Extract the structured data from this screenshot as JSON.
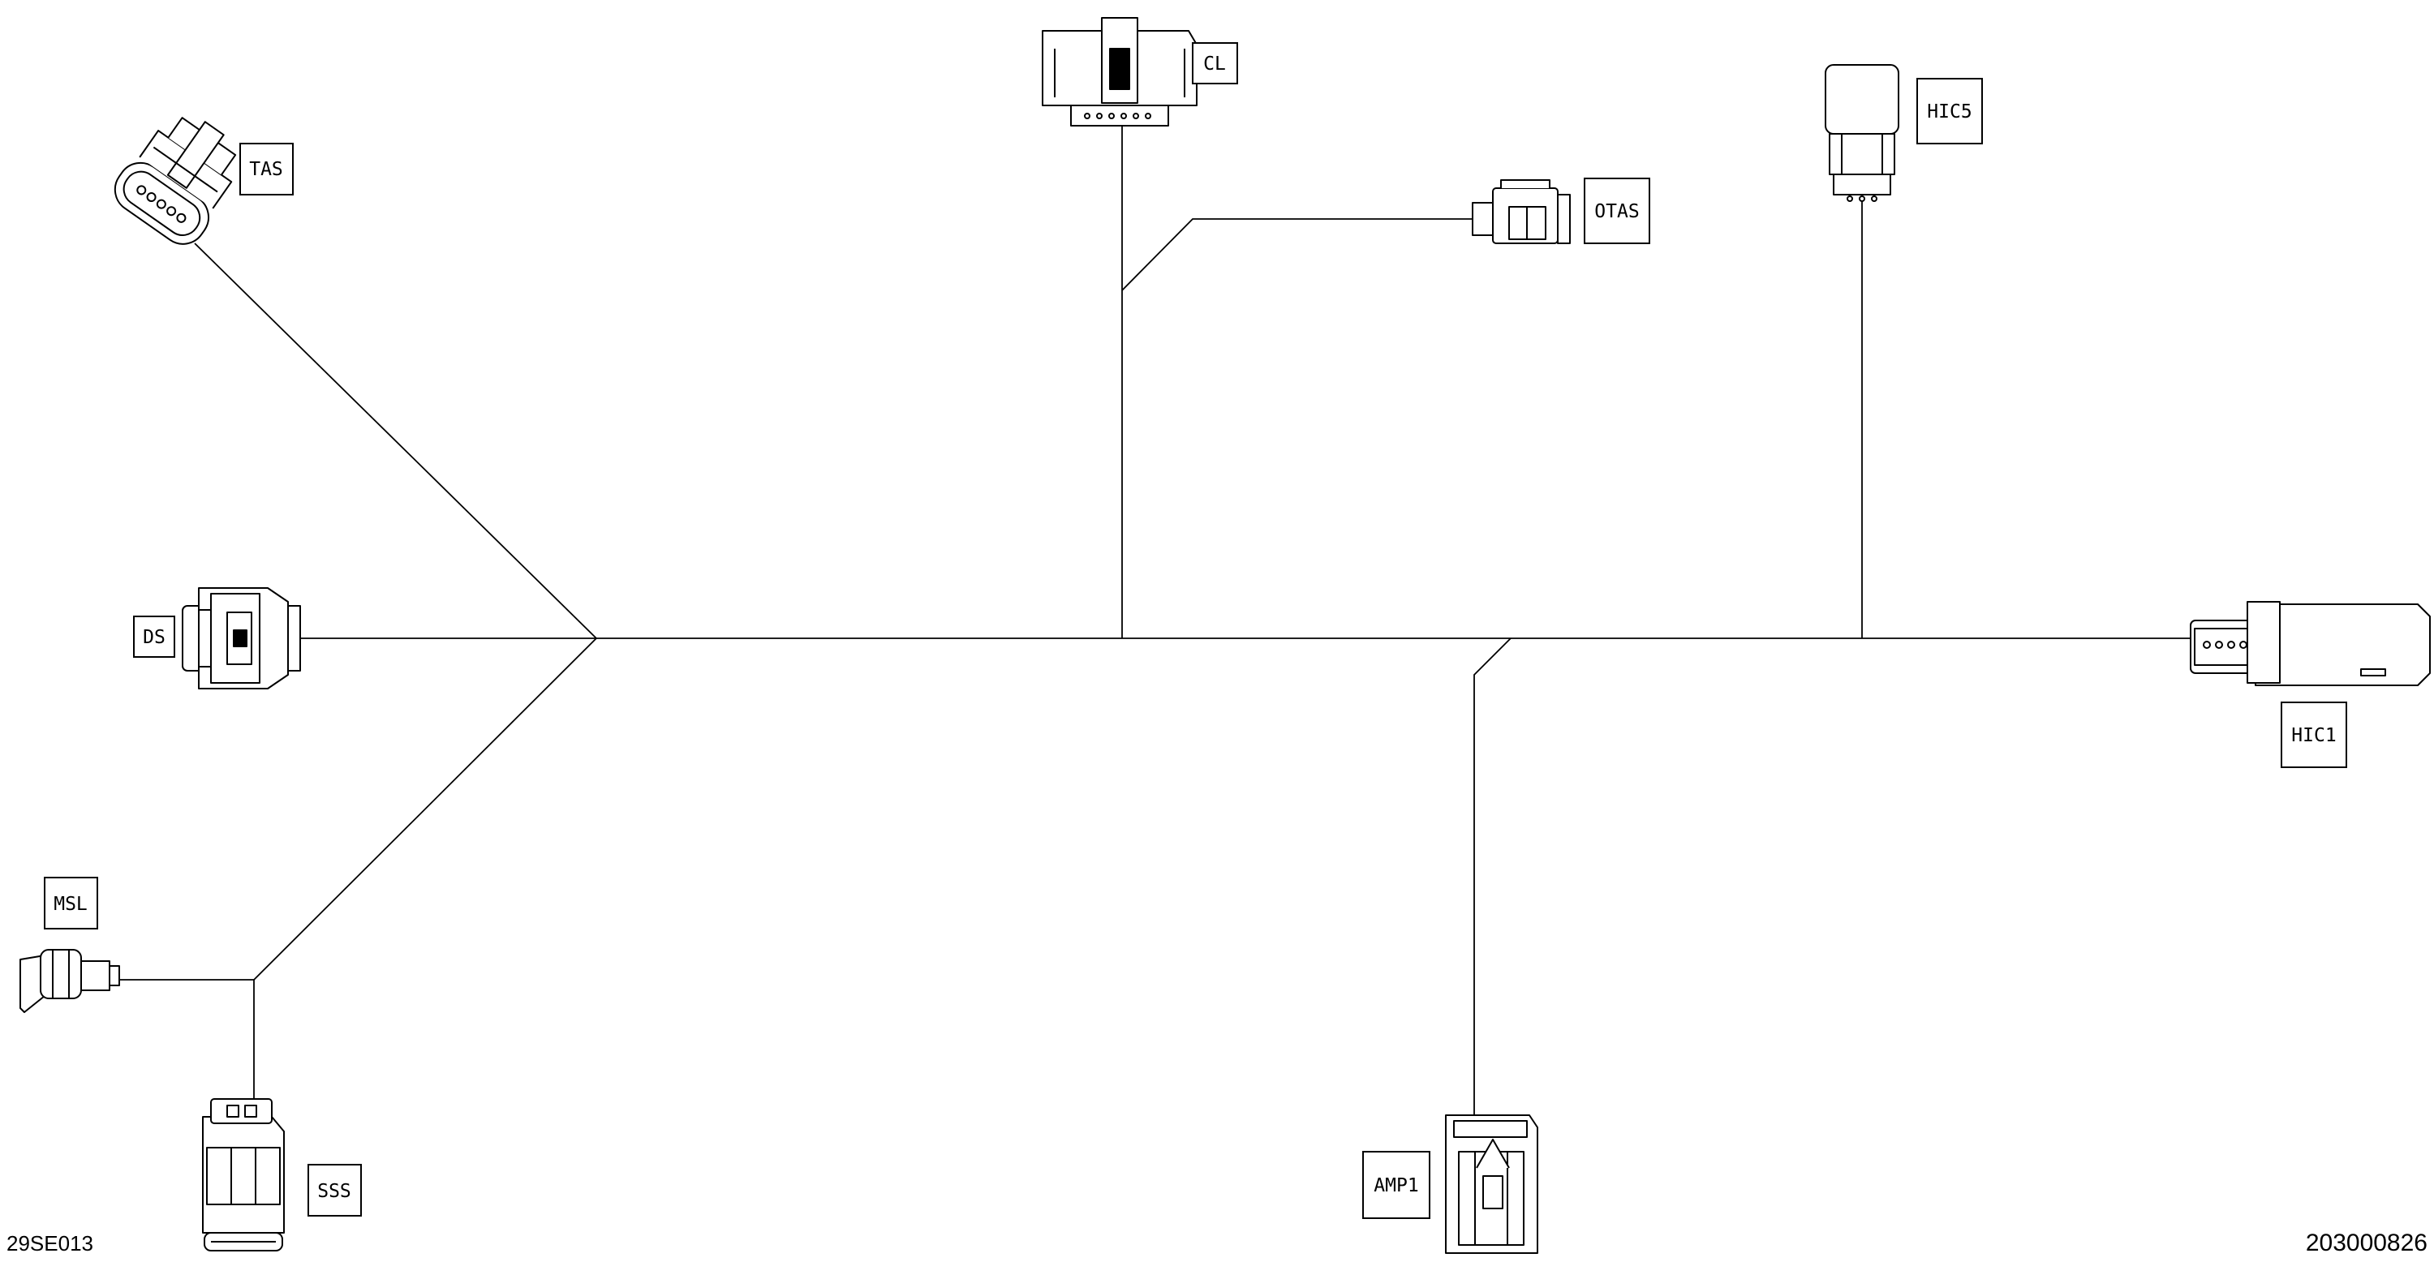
{
  "connectors": [
    {
      "id": "TAS",
      "label": "TAS"
    },
    {
      "id": "DS",
      "label": "DS"
    },
    {
      "id": "MSL",
      "label": "MSL"
    },
    {
      "id": "SSS",
      "label": "SSS"
    },
    {
      "id": "CL",
      "label": "CL"
    },
    {
      "id": "OTAS",
      "label": "OTAS"
    },
    {
      "id": "HIC5",
      "label": "HIC5"
    },
    {
      "id": "HIC1",
      "label": "HIC1"
    },
    {
      "id": "AMP1",
      "label": "AMP1"
    }
  ],
  "footer": {
    "left_code": "29SE013",
    "right_code": "203000826"
  }
}
